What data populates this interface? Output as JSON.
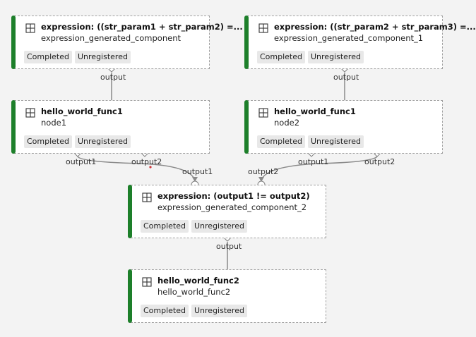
{
  "nodes": [
    {
      "title": "expression: ((str_param1 + str_param2) =...",
      "subtitle": "expression_generated_component",
      "status": "Completed",
      "registration": "Unregistered"
    },
    {
      "title": "expression: ((str_param2 + str_param3) =...",
      "subtitle": "expression_generated_component_1",
      "status": "Completed",
      "registration": "Unregistered"
    },
    {
      "title": "hello_world_func1",
      "subtitle": "node1",
      "status": "Completed",
      "registration": "Unregistered"
    },
    {
      "title": "hello_world_func1",
      "subtitle": "node2",
      "status": "Completed",
      "registration": "Unregistered"
    },
    {
      "title": "expression: (output1 != output2)",
      "subtitle": "expression_generated_component_2",
      "status": "Completed",
      "registration": "Unregistered"
    },
    {
      "title": "hello_world_func2",
      "subtitle": "hello_world_func2",
      "status": "Completed",
      "registration": "Unregistered"
    }
  ],
  "ports": {
    "expr1_output": "output",
    "expr2_output": "output",
    "node1_output1": "output1",
    "node1_output2": "output2",
    "node2_output1": "output1",
    "node2_output2": "output2",
    "expr3_input1": "output1",
    "expr3_input2": "output2",
    "expr3_output": "output"
  },
  "colors": {
    "status_bar": "#1d7f2a",
    "edge": "#8a8a8a",
    "background": "#f3f3f3"
  },
  "icons": {
    "node_icon": "component-grid-icon"
  }
}
